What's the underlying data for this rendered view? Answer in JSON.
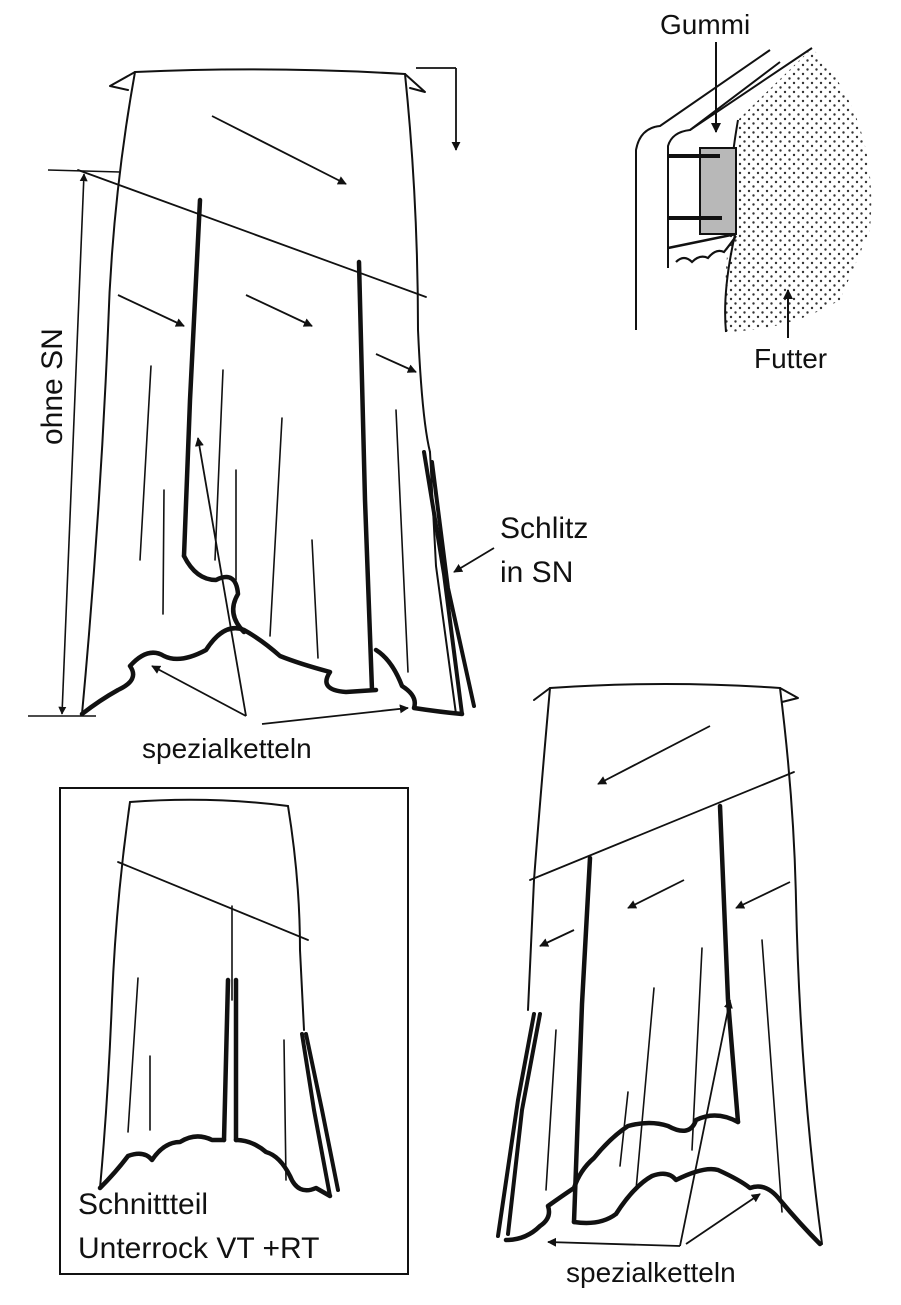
{
  "labels": {
    "gummi": "Gummi",
    "futter": "Futter",
    "ohne_sn": "ohne SN",
    "schlitz_line1": "Schlitz",
    "schlitz_line2": "in SN",
    "spezialketteln_top": "spezialketteln",
    "spezialketteln_bottom": "spezialketteln",
    "schnittteil_line1": "Schnittteil",
    "schnittteil_line2": "Unterrock VT +RT"
  },
  "colors": {
    "line": "#111111",
    "elastic_fill": "#b8b8b8",
    "lining_dots": "#333333",
    "background": "#ffffff"
  }
}
